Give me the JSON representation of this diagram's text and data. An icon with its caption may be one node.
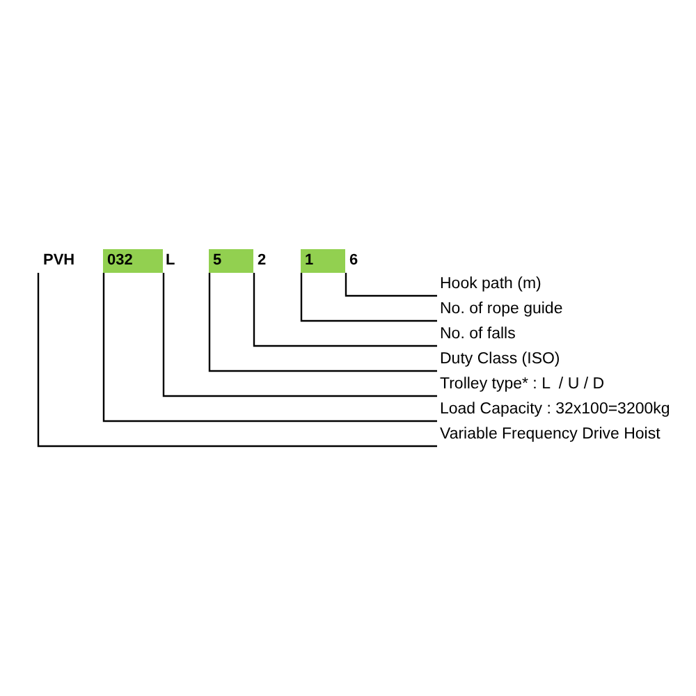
{
  "diagram": {
    "nodes": [
      {
        "text": [
          "PVH"
        ]
      },
      {
        "text": [
          "032"
        ]
      },
      {
        "text": [
          "L"
        ]
      },
      {
        "text": [
          "5"
        ]
      },
      {
        "text": [
          "2"
        ]
      },
      {
        "text": [
          "1"
        ]
      },
      {
        "text": [
          "6"
        ]
      },
      {
        "text": [
          "Hook path (m)"
        ]
      },
      {
        "text": [
          "No. of rope guide"
        ]
      },
      {
        "text": [
          "No. of falls"
        ]
      },
      {
        "text": [
          "Duty Class (ISO)"
        ]
      },
      {
        "text": [
          "Trolley type* : L  / U / D"
        ]
      },
      {
        "text": [
          "Load Capacity : 32x100=3200kg"
        ]
      },
      {
        "text": [
          "Variable Frequency Drive Hoist"
        ]
      }
    ],
    "edges": [
      {
        "from": 0,
        "to": 13,
        "arrow": "none"
      },
      {
        "from": 1,
        "to": 12,
        "arrow": "none"
      },
      {
        "from": 2,
        "to": 11,
        "arrow": "none"
      },
      {
        "from": 3,
        "to": 10,
        "arrow": "none"
      },
      {
        "from": 4,
        "to": 9,
        "arrow": "none"
      },
      {
        "from": 5,
        "to": 8,
        "arrow": "none"
      },
      {
        "from": 6,
        "to": 7,
        "arrow": "none"
      }
    ]
  }
}
